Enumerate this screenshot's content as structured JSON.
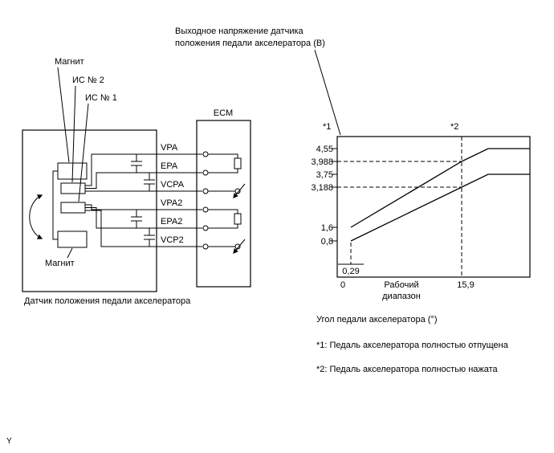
{
  "page": {
    "corner_letter": "Y"
  },
  "circuit": {
    "caption": "Датчик положения педали акселератора",
    "ecm_label": "ECM",
    "magnet_top_label": "Магнит",
    "ic2_label": "ИС № 2",
    "ic1_label": "ИС № 1",
    "magnet_bottom_label": "Магнит",
    "wires": [
      "VPA",
      "EPA",
      "VCPA",
      "VPA2",
      "EPA2",
      "VCP2"
    ]
  },
  "chart": {
    "title_line1": "Выходное напряжение датчика",
    "title_line2": "положения педали акселератора (В)",
    "marker_released": "*1",
    "marker_pressed": "*2",
    "y_tick_labels": [
      "4,55",
      "3,988",
      "3,75",
      "3,188",
      "1,6",
      "0,8"
    ],
    "x_zero": "0",
    "x_free_play": "0,29",
    "x_max": "15,9",
    "range_line1": "Рабочий",
    "range_line2": "диапазон",
    "xlabel": "Угол педали акселератора (°)",
    "note1": "*1: Педаль акселератора полностью отпущена",
    "note2": "*2: Педаль акселератора полностью нажата"
  },
  "chart_data": {
    "type": "line",
    "title": "Выходное напряжение датчика положения педали акселератора (В)",
    "xlabel": "Угол педали акселератора (°)",
    "x_ticks": [
      0,
      0.29,
      15.9
    ],
    "y_ticks": [
      0.8,
      1.6,
      3.188,
      3.75,
      3.988,
      4.55
    ],
    "x_range_label": "Рабочий диапазон (0 … 15,9°)",
    "grid": false,
    "series": [
      {
        "name": "upper-line",
        "points": [
          [
            0.29,
            1.6
          ],
          [
            15.9,
            3.988
          ],
          [
            19,
            4.55
          ],
          [
            25,
            4.55
          ]
        ]
      },
      {
        "name": "lower-line",
        "points": [
          [
            0.29,
            0.8
          ],
          [
            15.9,
            3.188
          ],
          [
            19,
            3.75
          ],
          [
            25,
            3.75
          ]
        ]
      }
    ],
    "reference_lines": {
      "dashed_horizontal_y": [
        3.988,
        3.188
      ],
      "dashed_vertical_x": [
        0.29,
        15.9
      ]
    },
    "annotations": [
      "*1: Педаль акселератора полностью отпущена",
      "*2: Педаль акселератора полностью нажата"
    ]
  }
}
